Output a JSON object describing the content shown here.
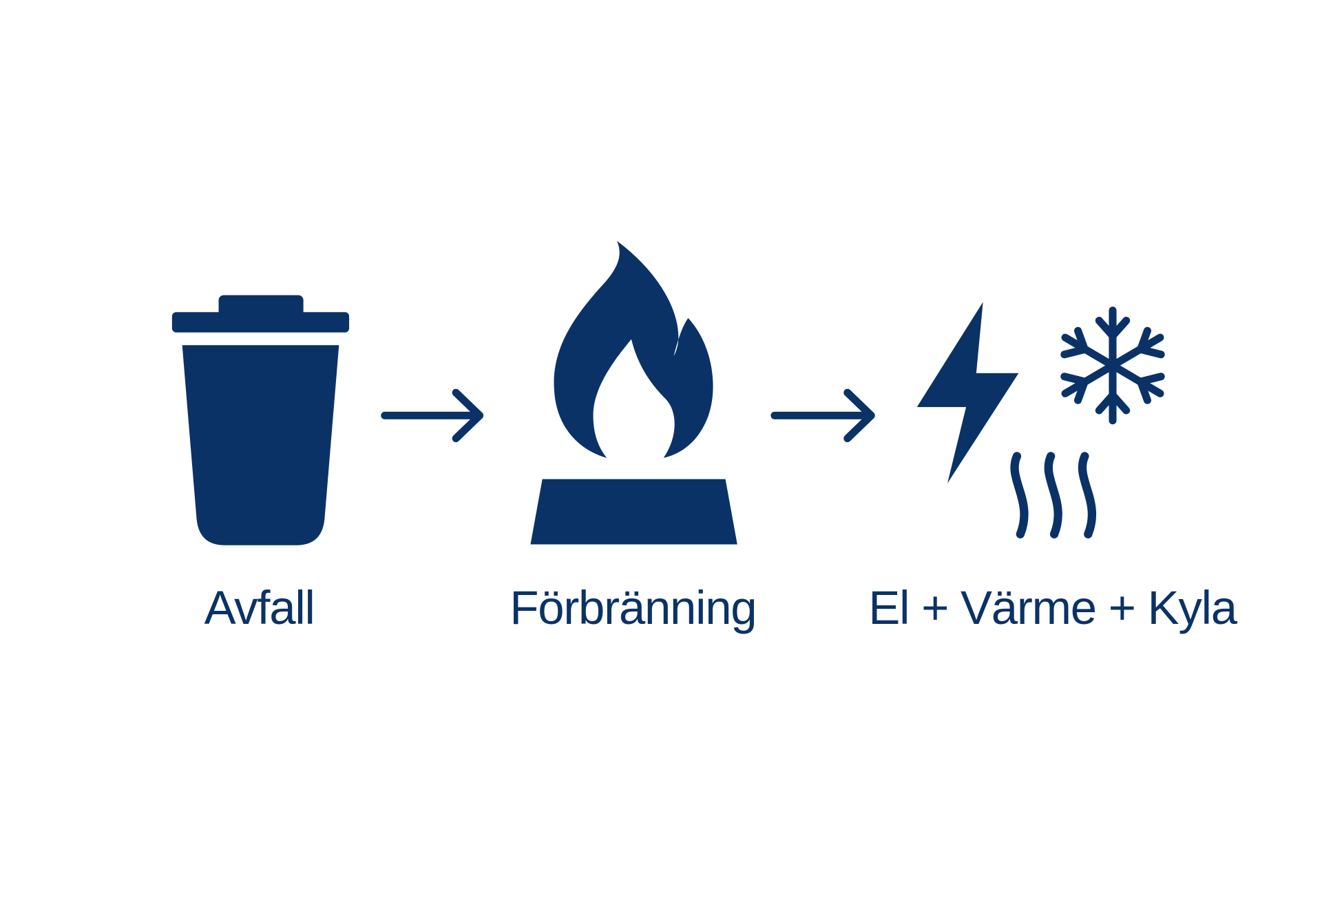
{
  "diagram": {
    "color": "#0a3266",
    "steps": [
      {
        "label": "Avfall",
        "icon": "trash-bin-icon"
      },
      {
        "label": "Förbränning",
        "icon": "flame-icon"
      },
      {
        "label": "El + Värme + Kyla",
        "icon": "energy-outputs-icon"
      }
    ]
  }
}
